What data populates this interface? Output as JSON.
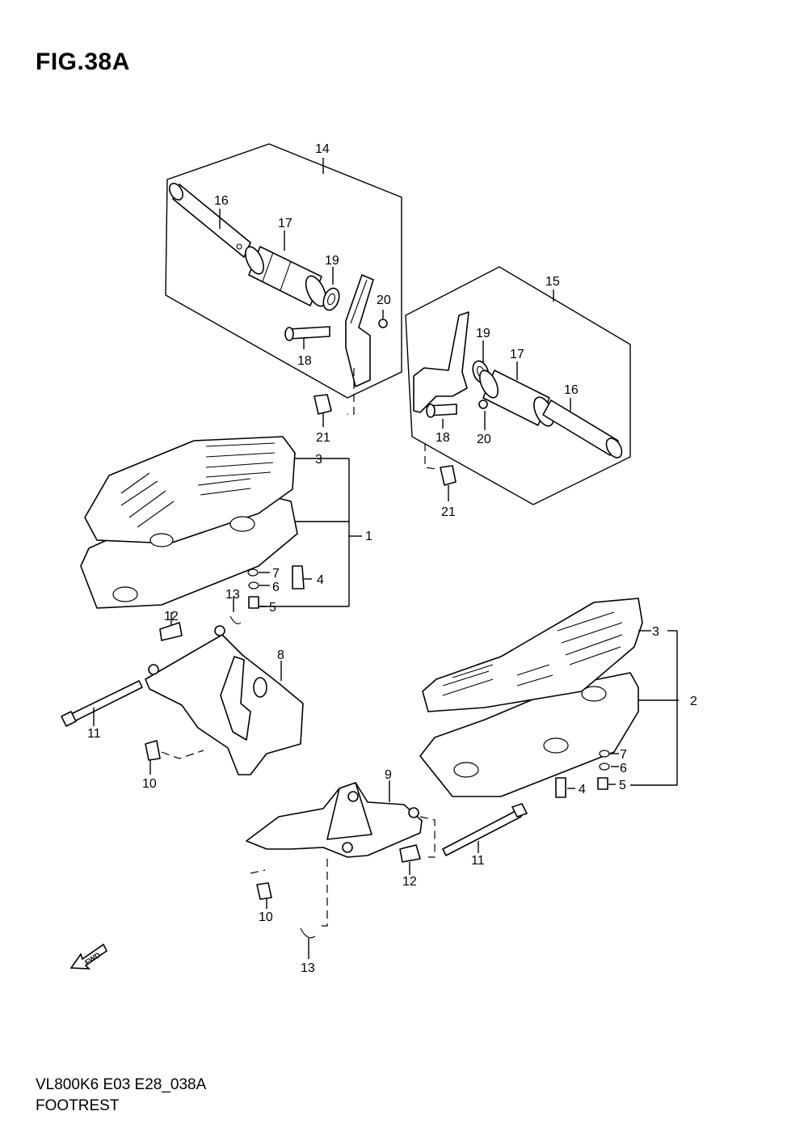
{
  "figure": {
    "title": "FIG.38A"
  },
  "footer": {
    "model_code": "VL800K6 E03 E28_038A",
    "section_name": "FOOTREST"
  },
  "fwd_arrow": {
    "label": "FWD"
  },
  "callouts": {
    "c1": "1",
    "c2": "2",
    "c3a": "3",
    "c3b": "3",
    "c4a": "4",
    "c4b": "4",
    "c5a": "5",
    "c5b": "5",
    "c6a": "6",
    "c6b": "6",
    "c7a": "7",
    "c7b": "7",
    "c8": "8",
    "c9": "9",
    "c10a": "10",
    "c10b": "10",
    "c11a": "11",
    "c11b": "11",
    "c12a": "12",
    "c12b": "12",
    "c13a": "13",
    "c13b": "13",
    "c14": "14",
    "c15": "15",
    "c16a": "16",
    "c16b": "16",
    "c17a": "17",
    "c17b": "17",
    "c18a": "18",
    "c18b": "18",
    "c19a": "19",
    "c19b": "19",
    "c20a": "20",
    "c20b": "20",
    "c21a": "21",
    "c21b": "21"
  }
}
